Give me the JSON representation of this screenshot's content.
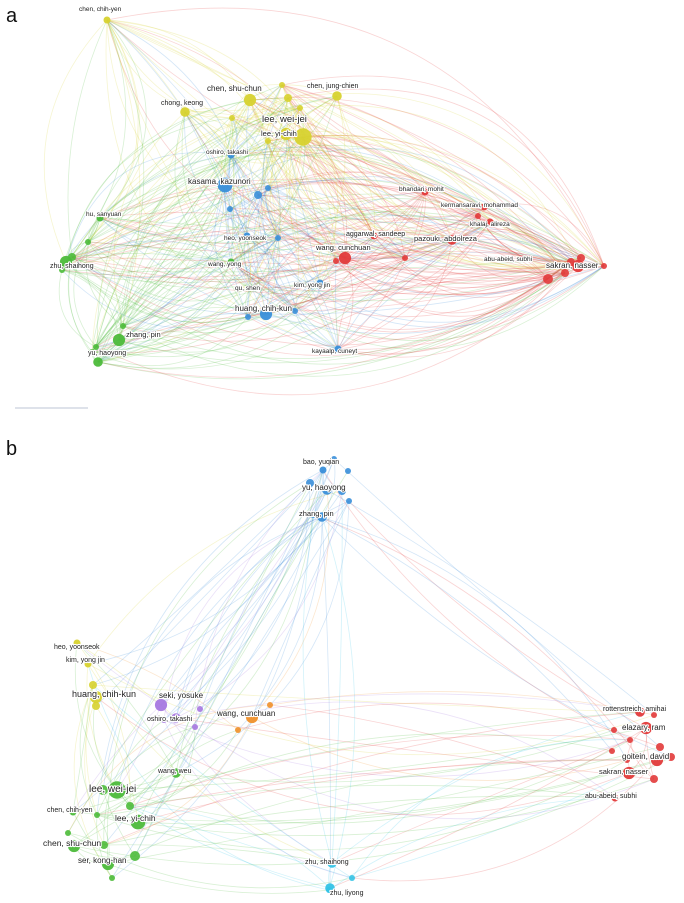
{
  "colors": {
    "yellow": "#d7d22f",
    "green": "#4cbb3a",
    "blue": "#3a8fd9",
    "red": "#e23a3a",
    "purple": "#a678e0",
    "orange": "#f0902a",
    "cyan": "#34c3e6",
    "scale_bar": "#bcc6d6"
  },
  "panels": [
    {
      "id": "a",
      "letter": "a",
      "nodes": [
        {
          "id": "a_chenchihyen",
          "label": "chen, chih-yen",
          "cluster": "yellow",
          "w": 1
        },
        {
          "id": "a_chenshuchun",
          "label": "chen, shu-chun",
          "cluster": "yellow",
          "w": 3
        },
        {
          "id": "a_chenjungchien",
          "label": "chen, jung-chien",
          "cluster": "yellow",
          "w": 2
        },
        {
          "id": "a_chongkeong",
          "label": "chong, keong",
          "cluster": "yellow",
          "w": 2
        },
        {
          "id": "a_leeweijei",
          "label": "lee, wei-jei",
          "cluster": "yellow",
          "w": 5
        },
        {
          "id": "a_leeyichih",
          "label": "lee, yi-chih",
          "cluster": "yellow",
          "w": 3
        },
        {
          "id": "a_oshirotakashi",
          "label": "oshiro, takashi",
          "cluster": "blue",
          "w": 1
        },
        {
          "id": "a_kasamakazunori",
          "label": "kasama, kazunori",
          "cluster": "blue",
          "w": 4
        },
        {
          "id": "a_heoyoonseok",
          "label": "heo, yoonseok",
          "cluster": "blue",
          "w": 1
        },
        {
          "id": "a_kimyongjin",
          "label": "kim, yong jin",
          "cluster": "blue",
          "w": 1
        },
        {
          "id": "a_huangchihkun",
          "label": "huang, chih-kun",
          "cluster": "blue",
          "w": 3
        },
        {
          "id": "a_kayaalpcuneyt",
          "label": "kayaalp, cuneyt",
          "cluster": "blue",
          "w": 1
        },
        {
          "id": "a_husanyuan",
          "label": "hu, sanyuan",
          "cluster": "green",
          "w": 1
        },
        {
          "id": "a_zhushaihong",
          "label": "zhu, shaihong",
          "cluster": "green",
          "w": 3
        },
        {
          "id": "a_wangyong",
          "label": "wang, yong",
          "cluster": "green",
          "w": 1
        },
        {
          "id": "a_qushen",
          "label": "qu, shen",
          "cluster": "green",
          "w": 1
        },
        {
          "id": "a_zhangpin",
          "label": "zhang, pin",
          "cluster": "green",
          "w": 3
        },
        {
          "id": "a_yuhaoyong",
          "label": "yu, haoyong",
          "cluster": "green",
          "w": 2
        },
        {
          "id": "a_bhandarimohit",
          "label": "bhandari, mohit",
          "cluster": "red",
          "w": 1
        },
        {
          "id": "a_kermansaravi",
          "label": "kermansaravi, mohammad",
          "cluster": "red",
          "w": 1
        },
        {
          "id": "a_khalajalireza",
          "label": "khalaj, alireza",
          "cluster": "red",
          "w": 1
        },
        {
          "id": "a_aggarwalsandeep",
          "label": "aggarwal, sandeep",
          "cluster": "red",
          "w": 1
        },
        {
          "id": "a_pazoukiabdolreza",
          "label": "pazouki, abdolreza",
          "cluster": "red",
          "w": 2
        },
        {
          "id": "a_wangcunchuan",
          "label": "wang, cunchuan",
          "cluster": "red",
          "w": 3
        },
        {
          "id": "a_abuabeidsubhi",
          "label": "abu-abeid, subhi",
          "cluster": "red",
          "w": 1
        },
        {
          "id": "a_sakrannasser",
          "label": "sakran, nasser",
          "cluster": "red",
          "w": 3
        }
      ]
    },
    {
      "id": "b",
      "letter": "b",
      "nodes": [
        {
          "id": "b_baoyuqian",
          "label": "bao, yuqian",
          "cluster": "blue",
          "w": 1
        },
        {
          "id": "b_yuhaoyong",
          "label": "yu, haoyong",
          "cluster": "blue",
          "w": 2
        },
        {
          "id": "b_zhangpin",
          "label": "zhang, pin",
          "cluster": "blue",
          "w": 2
        },
        {
          "id": "b_heoyoonseok",
          "label": "heo, yoonseok",
          "cluster": "yellow",
          "w": 1
        },
        {
          "id": "b_kimyongjin",
          "label": "kim, yong jin",
          "cluster": "yellow",
          "w": 1
        },
        {
          "id": "b_huangchihkun",
          "label": "huang, chih-kun",
          "cluster": "yellow",
          "w": 3
        },
        {
          "id": "b_sekiyosuke",
          "label": "seki, yosuke",
          "cluster": "purple",
          "w": 3
        },
        {
          "id": "b_oshirotakashi",
          "label": "oshiro, takashi",
          "cluster": "purple",
          "w": 2
        },
        {
          "id": "b_wangcunchuan",
          "label": "wang, cunchuan",
          "cluster": "orange",
          "w": 3
        },
        {
          "id": "b_wangweu",
          "label": "wang, weu",
          "cluster": "green",
          "w": 2
        },
        {
          "id": "b_leeweijei",
          "label": "lee, wei-jei",
          "cluster": "green",
          "w": 5
        },
        {
          "id": "b_chenchihyen",
          "label": "chen, chih-yen",
          "cluster": "green",
          "w": 1
        },
        {
          "id": "b_leeyichih",
          "label": "lee, yi-chih",
          "cluster": "green",
          "w": 4
        },
        {
          "id": "b_chenshuchun",
          "label": "chen, shu-chun",
          "cluster": "green",
          "w": 3
        },
        {
          "id": "b_serkonghan",
          "label": "ser, kong-han",
          "cluster": "green",
          "w": 3
        },
        {
          "id": "b_zhushaihong",
          "label": "zhu, shaihong",
          "cluster": "cyan",
          "w": 2
        },
        {
          "id": "b_zhuliyong",
          "label": "zhu, liyong",
          "cluster": "cyan",
          "w": 2
        },
        {
          "id": "b_rottenstreich",
          "label": "rottenstreich, amihai",
          "cluster": "red",
          "w": 2
        },
        {
          "id": "b_elazaryram",
          "label": "elazary, ram",
          "cluster": "red",
          "w": 3
        },
        {
          "id": "b_goiteindavid",
          "label": "goitein, david",
          "cluster": "red",
          "w": 3
        },
        {
          "id": "b_sakrannasser",
          "label": "sakran, nasser",
          "cluster": "red",
          "w": 3
        },
        {
          "id": "b_abuabeidsubhi",
          "label": "abu-abeid, subhi",
          "cluster": "red",
          "w": 1
        }
      ]
    }
  ]
}
